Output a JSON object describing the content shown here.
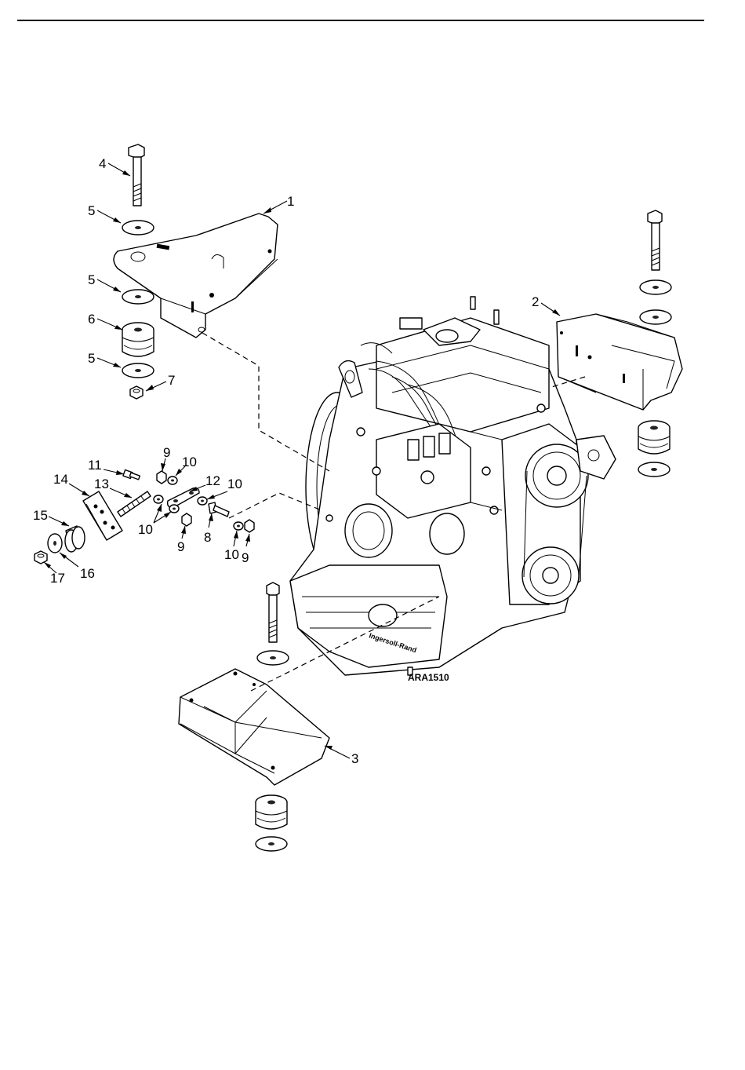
{
  "figure_id": "ARA1510",
  "callouts": [
    {
      "id": "c1",
      "label": "1"
    },
    {
      "id": "c2",
      "label": "2"
    },
    {
      "id": "c3",
      "label": "3"
    },
    {
      "id": "c4",
      "label": "4"
    },
    {
      "id": "c5a",
      "label": "5"
    },
    {
      "id": "c5b",
      "label": "5"
    },
    {
      "id": "c5c",
      "label": "5"
    },
    {
      "id": "c6",
      "label": "6"
    },
    {
      "id": "c7",
      "label": "7"
    },
    {
      "id": "c8",
      "label": "8"
    },
    {
      "id": "c9a",
      "label": "9"
    },
    {
      "id": "c9b",
      "label": "9"
    },
    {
      "id": "c9c",
      "label": "9"
    },
    {
      "id": "c10a",
      "label": "10"
    },
    {
      "id": "c10b",
      "label": "10"
    },
    {
      "id": "c10c",
      "label": "10"
    },
    {
      "id": "c10d",
      "label": "10"
    },
    {
      "id": "c11",
      "label": "11"
    },
    {
      "id": "c12",
      "label": "12"
    },
    {
      "id": "c13",
      "label": "13"
    },
    {
      "id": "c14",
      "label": "14"
    },
    {
      "id": "c15",
      "label": "15"
    },
    {
      "id": "c16",
      "label": "16"
    },
    {
      "id": "c17",
      "label": "17"
    }
  ]
}
